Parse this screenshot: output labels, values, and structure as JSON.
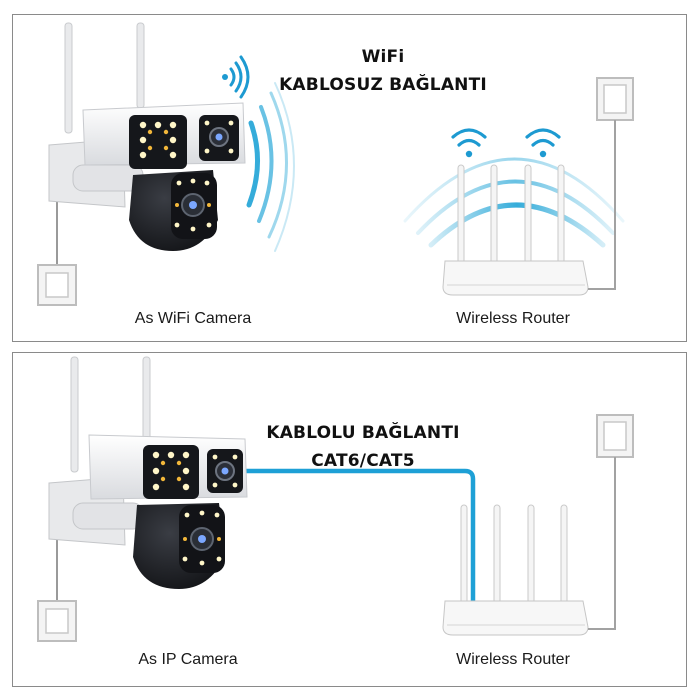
{
  "wifi_panel": {
    "title_line1": "WiFi",
    "title_line2": "KABLOSUZ BAĞLANTI",
    "camera_caption": "As WiFi Camera",
    "router_caption": "Wireless Router"
  },
  "wired_panel": {
    "title_line1": "KABLOLU BAĞLANTI",
    "title_line2": "CAT6/CAT5",
    "camera_caption": "As IP Camera",
    "router_caption": "Wireless Router"
  },
  "colors": {
    "wifi_blue": "#2aa8d8",
    "cable_blue": "#1ea0d6",
    "camera_white": "#f2f3f5",
    "camera_black": "#1b1d22"
  }
}
